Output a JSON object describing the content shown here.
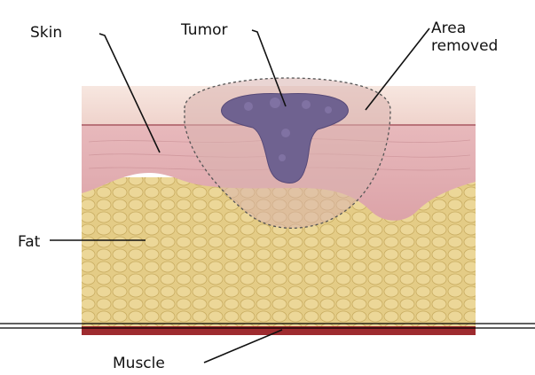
{
  "labels": {
    "skin": "Skin",
    "tumor": "Tumor",
    "area_line1": "Area",
    "area_line2": "removed",
    "fat": "Fat",
    "muscle": "Muscle"
  },
  "colors": {
    "epidermis": "#f3dcd4",
    "dermis": "#e2aeb3",
    "fat": "#e4cc86",
    "muscle": "#9e2b2f",
    "tumor": "#6f6290",
    "excision_area": "#d9b3ae"
  }
}
